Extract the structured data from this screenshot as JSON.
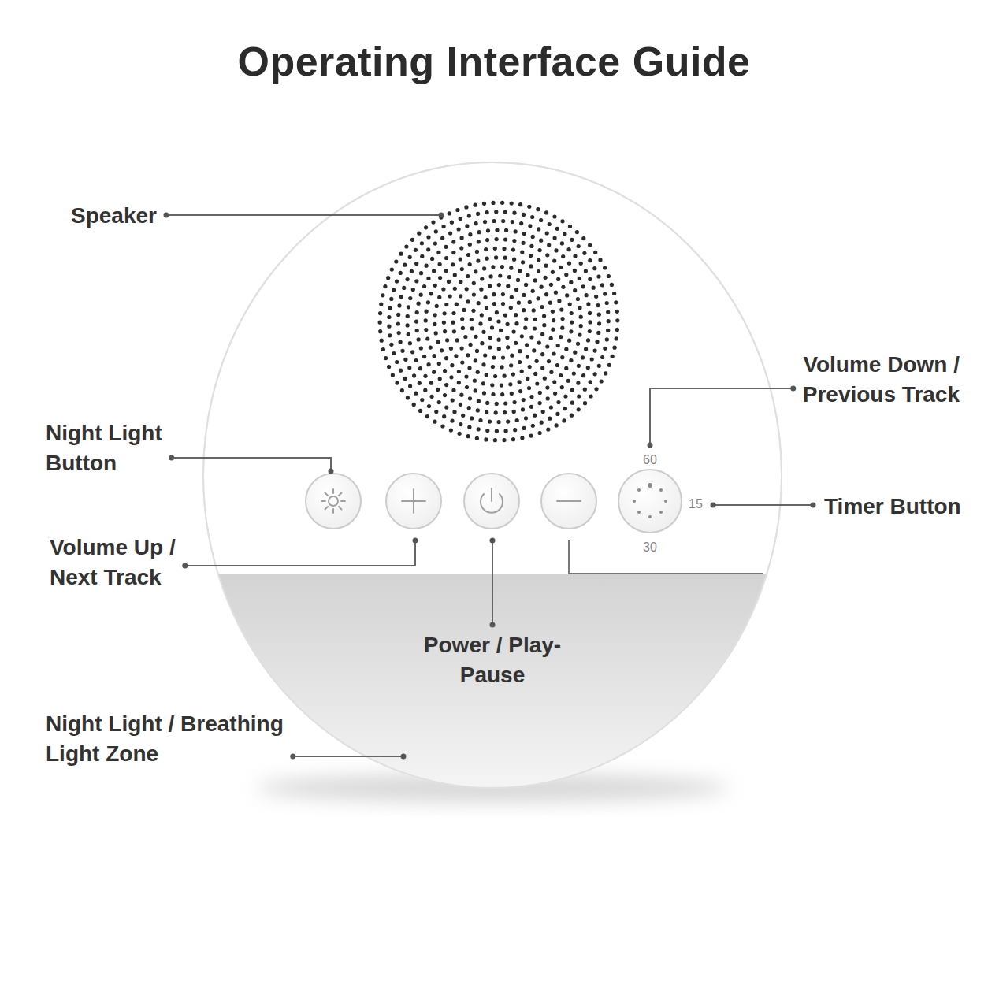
{
  "diagram": {
    "title": "Operating Interface Guide",
    "labels": [
      "Speaker",
      "Night Light Button",
      "Volume Up / Next Track",
      "Power / Play-Pause",
      "Volume Down / Previous Track",
      "60",
      "15",
      "30",
      "Timer Button",
      "Night Light / Breathing Light Zone"
    ]
  }
}
